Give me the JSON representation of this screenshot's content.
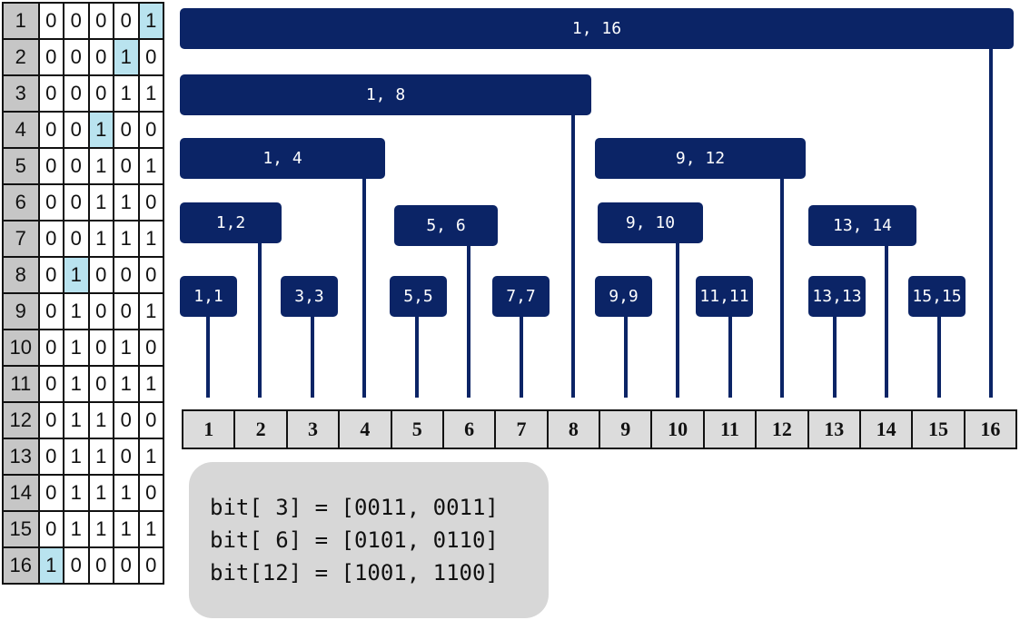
{
  "binary_table": {
    "rows": [
      {
        "index": "1",
        "bits": [
          "0",
          "0",
          "0",
          "0",
          "1"
        ],
        "highlight": 4
      },
      {
        "index": "2",
        "bits": [
          "0",
          "0",
          "0",
          "1",
          "0"
        ],
        "highlight": 3
      },
      {
        "index": "3",
        "bits": [
          "0",
          "0",
          "0",
          "1",
          "1"
        ],
        "highlight": null
      },
      {
        "index": "4",
        "bits": [
          "0",
          "0",
          "1",
          "0",
          "0"
        ],
        "highlight": 2
      },
      {
        "index": "5",
        "bits": [
          "0",
          "0",
          "1",
          "0",
          "1"
        ],
        "highlight": null
      },
      {
        "index": "6",
        "bits": [
          "0",
          "0",
          "1",
          "1",
          "0"
        ],
        "highlight": null
      },
      {
        "index": "7",
        "bits": [
          "0",
          "0",
          "1",
          "1",
          "1"
        ],
        "highlight": null
      },
      {
        "index": "8",
        "bits": [
          "0",
          "1",
          "0",
          "0",
          "0"
        ],
        "highlight": 1
      },
      {
        "index": "9",
        "bits": [
          "0",
          "1",
          "0",
          "0",
          "1"
        ],
        "highlight": null
      },
      {
        "index": "10",
        "bits": [
          "0",
          "1",
          "0",
          "1",
          "0"
        ],
        "highlight": null
      },
      {
        "index": "11",
        "bits": [
          "0",
          "1",
          "0",
          "1",
          "1"
        ],
        "highlight": null
      },
      {
        "index": "12",
        "bits": [
          "0",
          "1",
          "1",
          "0",
          "0"
        ],
        "highlight": null
      },
      {
        "index": "13",
        "bits": [
          "0",
          "1",
          "1",
          "0",
          "1"
        ],
        "highlight": null
      },
      {
        "index": "14",
        "bits": [
          "0",
          "1",
          "1",
          "1",
          "0"
        ],
        "highlight": null
      },
      {
        "index": "15",
        "bits": [
          "0",
          "1",
          "1",
          "1",
          "1"
        ],
        "highlight": null
      },
      {
        "index": "16",
        "bits": [
          "1",
          "0",
          "0",
          "0",
          "0"
        ],
        "highlight": 0
      }
    ]
  },
  "tree": {
    "nodes": [
      {
        "label": "1, 16",
        "end": 16
      },
      {
        "label": "1, 8",
        "end": 8
      },
      {
        "label": "1, 4",
        "end": 4
      },
      {
        "label": "9, 12",
        "end": 12
      },
      {
        "label": "1,2",
        "end": 2
      },
      {
        "label": "5, 6",
        "end": 6
      },
      {
        "label": "9, 10",
        "end": 10
      },
      {
        "label": "13, 14",
        "end": 14
      },
      {
        "label": "1,1",
        "end": 1
      },
      {
        "label": "3,3",
        "end": 3
      },
      {
        "label": "5,5",
        "end": 5
      },
      {
        "label": "7,7",
        "end": 7
      },
      {
        "label": "9,9",
        "end": 9
      },
      {
        "label": "11,11",
        "end": 11
      },
      {
        "label": "13,13",
        "end": 13
      },
      {
        "label": "15,15",
        "end": 15
      }
    ]
  },
  "index_row": [
    "1",
    "2",
    "3",
    "4",
    "5",
    "6",
    "7",
    "8",
    "9",
    "10",
    "11",
    "12",
    "13",
    "14",
    "15",
    "16"
  ],
  "code_panel": {
    "lines": [
      "bit[ 3] = [0011, 0011]",
      "bit[ 6] = [0101, 0110]",
      "bit[12] = [1001, 1100]"
    ]
  }
}
